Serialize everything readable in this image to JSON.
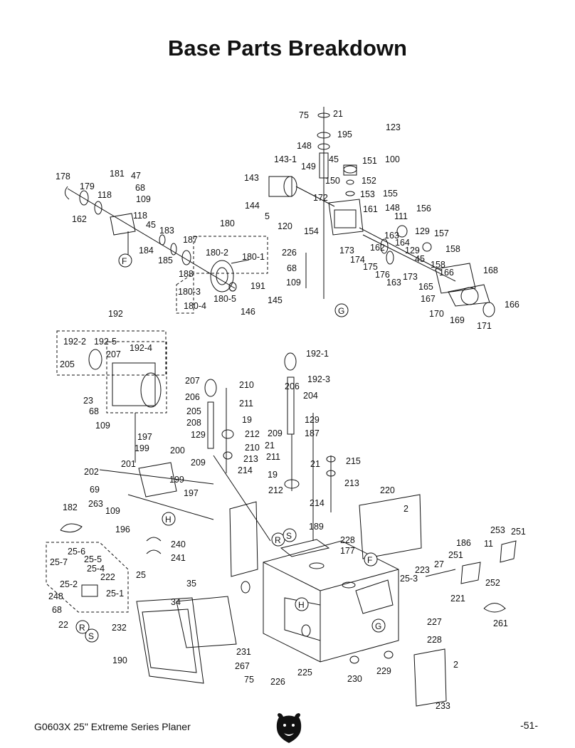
{
  "page_title": "Base Parts Breakdown",
  "footer": {
    "model_text": "G0603X 25\" Extreme Series Planer",
    "page_number": "-51-"
  },
  "callouts": [
    "F",
    "G",
    "H",
    "R",
    "S"
  ],
  "labels": [
    "75",
    "21",
    "123",
    "195",
    "148",
    "100",
    "45",
    "143-1",
    "151",
    "149",
    "143",
    "152",
    "150",
    "178",
    "181",
    "47",
    "172",
    "153",
    "179",
    "68",
    "155",
    "144",
    "118",
    "109",
    "148",
    "156",
    "5",
    "161",
    "111",
    "162",
    "120",
    "154",
    "129",
    "118",
    "157",
    "183",
    "163",
    "45",
    "164",
    "180",
    "162",
    "129",
    "187",
    "158",
    "184",
    "226",
    "173",
    "45",
    "180-2",
    "180-1",
    "185",
    "173",
    "174",
    "158",
    "188",
    "68",
    "175",
    "166",
    "168",
    "176",
    "163",
    "165",
    "180-3",
    "109",
    "167",
    "191",
    "180-4",
    "180-5",
    "145",
    "166",
    "146",
    "192",
    "170",
    "169",
    "171",
    "192-2",
    "192-5",
    "207",
    "192-4",
    "192-1",
    "207",
    "210",
    "206",
    "205",
    "192-3",
    "204",
    "206",
    "211",
    "23",
    "205",
    "68",
    "208",
    "19",
    "129",
    "212",
    "109",
    "209",
    "197",
    "129",
    "187",
    "199",
    "200",
    "209",
    "21",
    "210",
    "213",
    "214",
    "211",
    "21",
    "215",
    "202",
    "201",
    "199",
    "19",
    "213",
    "69",
    "197",
    "220",
    "212",
    "263",
    "214",
    "2",
    "109",
    "182",
    "189",
    "228",
    "196",
    "177",
    "253",
    "251",
    "240",
    "186",
    "11",
    "25-6",
    "241",
    "251",
    "25-7",
    "25-5",
    "27",
    "25-4",
    "223",
    "25",
    "222",
    "25-3",
    "25-2",
    "252",
    "35",
    "25-1",
    "221",
    "248",
    "34",
    "68",
    "22",
    "261",
    "232",
    "227",
    "228",
    "231",
    "190",
    "2",
    "225",
    "267",
    "75",
    "229",
    "230",
    "226",
    "233"
  ]
}
